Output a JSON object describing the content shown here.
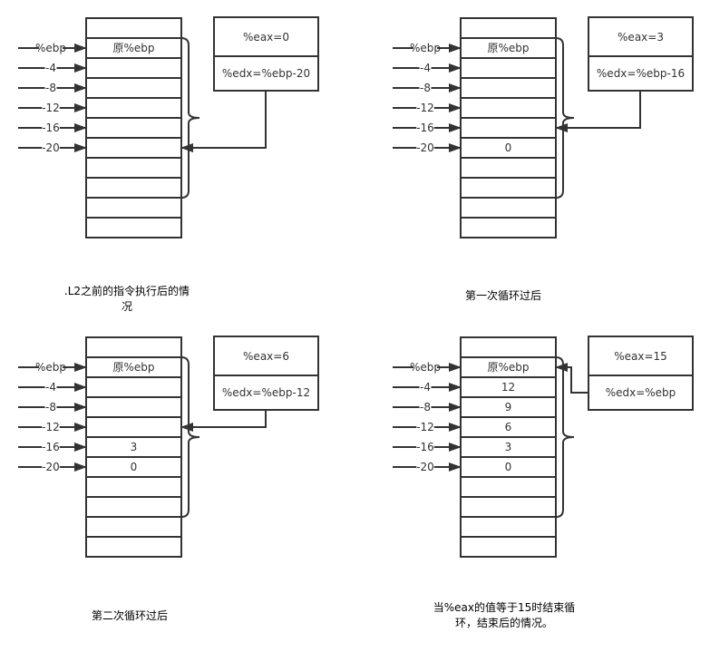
{
  "colors": {
    "line": "#333333",
    "background": "#ffffff"
  },
  "offset_labels": [
    "%ebp",
    "-4",
    "-8",
    "-12",
    "-16",
    "-20"
  ],
  "panels": [
    {
      "name": "before-loop",
      "cells": [
        "",
        "原%ebp",
        "",
        "",
        "",
        "",
        "",
        "",
        "",
        "",
        ""
      ],
      "eax": "%eax=0",
      "edx": "%edx=%ebp-20",
      "points_to": "-20",
      "caption": [
        ".L2之前的指令执行后的情",
        "况"
      ]
    },
    {
      "name": "after-first-loop",
      "cells": [
        "",
        "原%ebp",
        "",
        "",
        "",
        "",
        "0",
        "",
        "",
        "",
        ""
      ],
      "eax": "%eax=3",
      "edx": "%edx=%ebp-16",
      "points_to": "-16",
      "caption": [
        "第一次循环过后"
      ]
    },
    {
      "name": "after-second-loop",
      "cells": [
        "",
        "原%ebp",
        "",
        "",
        "",
        "3",
        "0",
        "",
        "",
        "",
        ""
      ],
      "eax": "%eax=6",
      "edx": "%edx=%ebp-12",
      "points_to": "-12",
      "caption": [
        "第二次循环过后"
      ]
    },
    {
      "name": "end-of-loop",
      "cells": [
        "",
        "原%ebp",
        "12",
        "9",
        "6",
        "3",
        "0",
        "",
        "",
        "",
        ""
      ],
      "eax": "%eax=15",
      "edx": "%edx=%ebp",
      "points_to": "%ebp",
      "caption": [
        "当%eax的值等于15时结束循",
        "环，结束后的情况。"
      ]
    }
  ]
}
